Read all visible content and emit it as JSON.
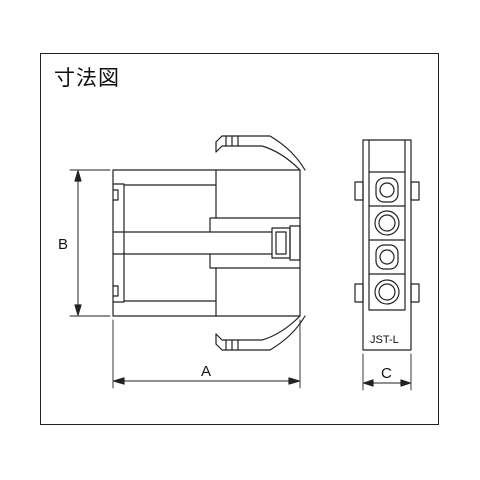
{
  "title": "寸法図",
  "dimensions": {
    "a": "A",
    "b": "B",
    "c": "C"
  },
  "part_label": "JST-L"
}
